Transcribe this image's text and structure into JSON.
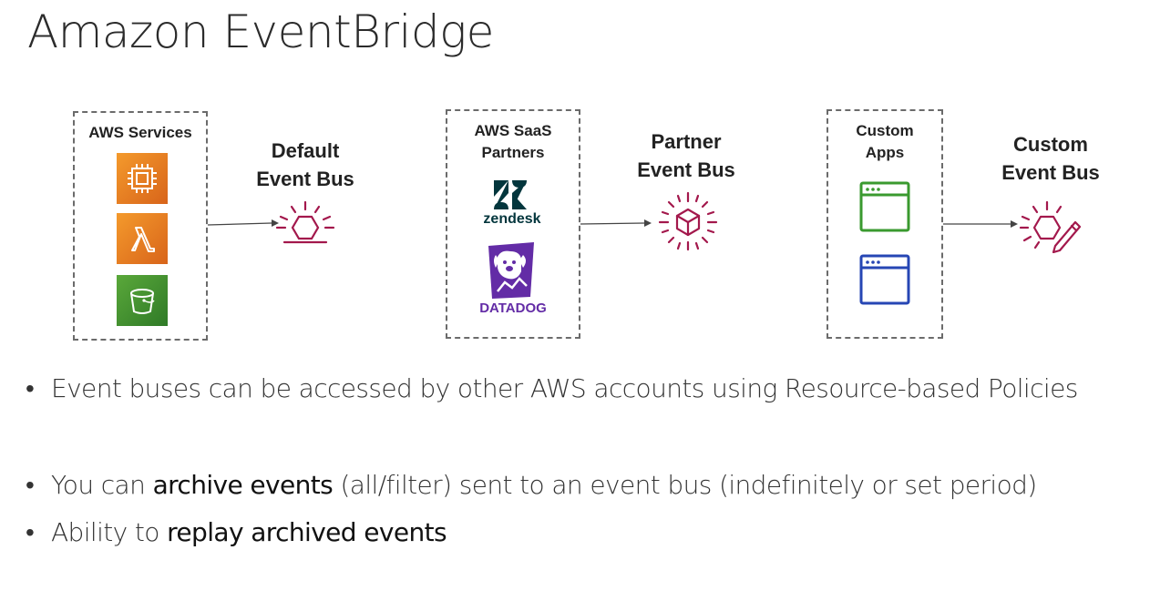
{
  "title": "Amazon EventBridge",
  "sources": {
    "aws": {
      "label": "AWS Services",
      "icons": [
        "ec2-icon",
        "lambda-icon",
        "s3-icon"
      ]
    },
    "saas": {
      "label": "AWS SaaS Partners",
      "partners": [
        "zendesk",
        "DATADOG"
      ]
    },
    "custom": {
      "label": "Custom Apps"
    }
  },
  "buses": {
    "default": {
      "label": "Default\nEvent Bus",
      "icon": "event-bus-icon"
    },
    "partner": {
      "label": "Partner\nEvent Bus",
      "icon": "partner-event-bus-icon"
    },
    "custom": {
      "label": "Custom\nEvent Bus",
      "icon": "custom-event-bus-icon"
    }
  },
  "bullets": [
    {
      "parts": [
        {
          "text": "Event buses can be accessed by other AWS accounts using Resource-based Policies",
          "bold": false
        }
      ]
    },
    {
      "parts": [
        {
          "text": "You can ",
          "bold": false
        },
        {
          "text": "archive events",
          "bold": true
        },
        {
          "text": " (all/filter) sent to an event bus (indefinitely or set period)",
          "bold": false
        }
      ]
    },
    {
      "parts": [
        {
          "text": "Ability to ",
          "bold": false
        },
        {
          "text": "replay archived events",
          "bold": true
        }
      ]
    }
  ],
  "colors": {
    "bus": "#a3184c",
    "ec2": "#e9771f",
    "lambda": "#e9771f",
    "s3": "#3f8c2f",
    "zendesk": "#03363d",
    "datadog": "#632ca6",
    "app_green": "#3a9a2f",
    "app_blue": "#2646b4"
  }
}
